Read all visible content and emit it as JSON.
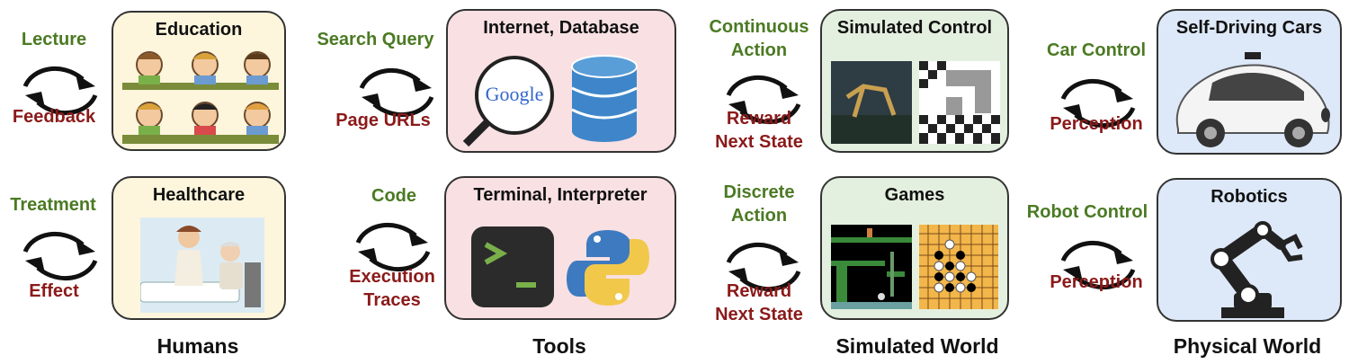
{
  "categories": [
    "Humans",
    "Tools",
    "Simulated World",
    "Physical World"
  ],
  "boxes": {
    "education": "Education",
    "healthcare": "Healthcare",
    "internet": "Internet, Database",
    "terminal": "Terminal, Interpreter",
    "simcontrol": "Simulated Control",
    "games": "Games",
    "selfdriving": "Self-Driving Cars",
    "robotics": "Robotics"
  },
  "loops": {
    "education": {
      "action": "Lecture",
      "feedback": "Feedback"
    },
    "healthcare": {
      "action": "Treatment",
      "feedback": "Effect"
    },
    "internet": {
      "action": "Search Query",
      "feedback": "Page URLs"
    },
    "terminal": {
      "action": "Code",
      "feedback_1": "Execution",
      "feedback_2": "Traces"
    },
    "simcontrol": {
      "action_1": "Continuous",
      "action_2": "Action",
      "feedback_1": "Reward",
      "feedback_2": "Next State"
    },
    "games": {
      "action_1": "Discrete",
      "action_2": "Action",
      "feedback_1": "Reward",
      "feedback_2": "Next State"
    },
    "selfdriving": {
      "action": "Car Control",
      "feedback": "Perception"
    },
    "robotics": {
      "action": "Robot Control",
      "feedback": "Perception"
    }
  },
  "logo_text": {
    "google": "Google"
  },
  "colors": {
    "action": "#4b7a23",
    "feedback": "#8b1a1a",
    "humans_box": "#fdf5dc",
    "tools_box": "#f8e0e3",
    "sim_box": "#e4f0df",
    "physical_box": "#dde8f8"
  }
}
